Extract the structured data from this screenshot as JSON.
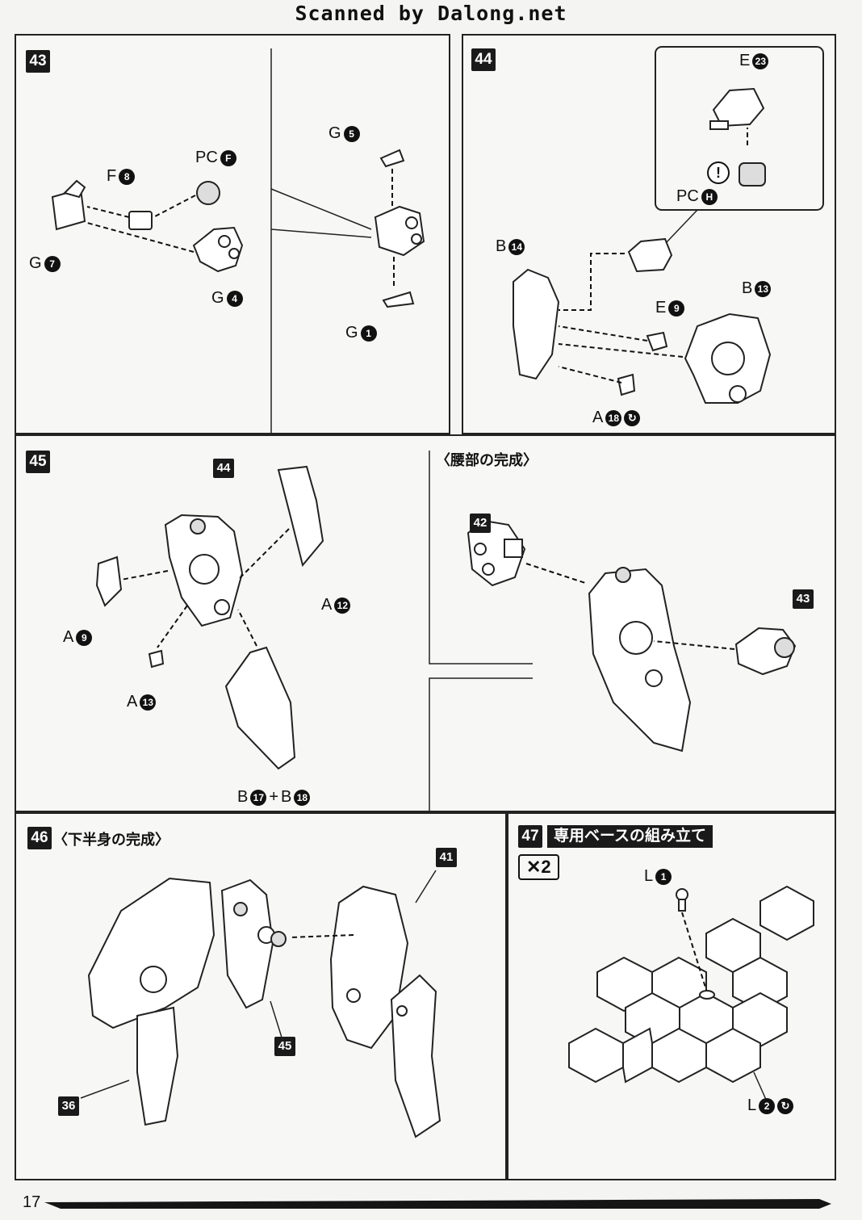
{
  "header": {
    "text": "Scanned by Dalong.net"
  },
  "page_number": "17",
  "steps": {
    "s43": {
      "number": "43",
      "labels": {
        "pc_f": {
          "prefix": "PC",
          "badge": "F"
        },
        "f8": {
          "prefix": "F",
          "badge": "8"
        },
        "g7": {
          "prefix": "G",
          "badge": "7"
        },
        "g4": {
          "prefix": "G",
          "badge": "4"
        },
        "g5": {
          "prefix": "G",
          "badge": "5"
        },
        "g1": {
          "prefix": "G",
          "badge": "1"
        }
      }
    },
    "s44": {
      "number": "44",
      "labels": {
        "e23": {
          "prefix": "E",
          "badge": "23"
        },
        "pc_h": {
          "prefix": "PC",
          "badge": "H"
        },
        "b14": {
          "prefix": "B",
          "badge": "14"
        },
        "b13": {
          "prefix": "B",
          "badge": "13"
        },
        "e9": {
          "prefix": "E",
          "badge": "9"
        },
        "a18": {
          "prefix": "A",
          "badge": "18"
        }
      },
      "warning": "!"
    },
    "s45": {
      "number": "45",
      "ref_44": "44",
      "labels": {
        "a12": {
          "prefix": "A",
          "badge": "12"
        },
        "a9": {
          "prefix": "A",
          "badge": "9"
        },
        "a13": {
          "prefix": "A",
          "badge": "13"
        },
        "b17": {
          "prefix": "B",
          "badge": "17"
        },
        "plus": "+",
        "b18": {
          "prefix": "B",
          "badge": "18"
        }
      },
      "sub_title": "〈腰部の完成〉",
      "ref_42": "42",
      "ref_43": "43"
    },
    "s46": {
      "number": "46",
      "title": "〈下半身の完成〉",
      "ref_41": "41",
      "ref_45": "45",
      "ref_36": "36"
    },
    "s47": {
      "number": "47",
      "title": "専用ベースの組み立て",
      "multiplier": "✕2",
      "labels": {
        "l1": {
          "prefix": "L",
          "badge": "1"
        },
        "l2": {
          "prefix": "L",
          "badge": "2"
        }
      }
    }
  }
}
